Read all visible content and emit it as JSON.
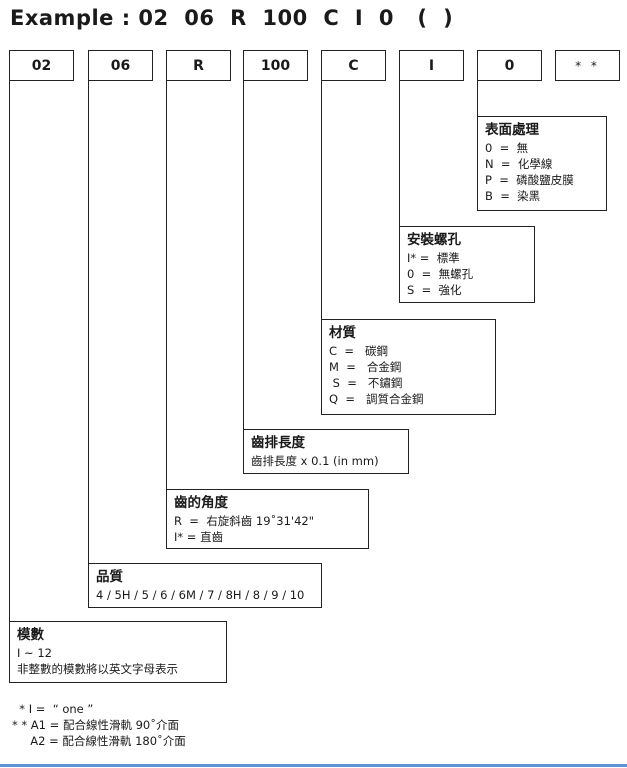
{
  "title": "Example : 02  06  R  100  C  I  0   (  )",
  "codes": [
    "02",
    "06",
    "R",
    "100",
    "C",
    "I",
    "0",
    "* *"
  ],
  "blocks": {
    "surface": {
      "heading": "表面處理",
      "rows": [
        "0  =  無",
        "N  =  化學線",
        "P  =  磷酸鹽皮膜",
        "B  =  染黑"
      ]
    },
    "mounting": {
      "heading": "安裝螺孔",
      "rows": [
        "I* =  標準",
        "0  =  無螺孔",
        "S  =  強化"
      ]
    },
    "material": {
      "heading": "材質",
      "rows": [
        "C  =   碳鋼",
        "M  =   合金鋼",
        " S  =   不鏽鋼",
        "Q  =   調質合金鋼"
      ]
    },
    "length": {
      "heading": "齒排長度",
      "rows": [
        "齒排長度 x 0.1 (in mm)"
      ]
    },
    "angle": {
      "heading": "齒的角度",
      "rows": [
        "R  =  右旋斜齒 19˚31'42\"",
        "I* = 直齒"
      ]
    },
    "quality": {
      "heading": "品質",
      "rows": [
        "4 / 5H / 5 / 6 / 6M / 7 / 8H / 8 / 9 / 10"
      ]
    },
    "module": {
      "heading": "模數",
      "rows": [
        "I ~ 12",
        "非整數的模數將以英文字母表示"
      ]
    }
  },
  "notes": [
    "  * I =  “ one ”",
    "* * A1 = 配合線性滑軌 90˚介面",
    "     A2 = 配合線性滑軌 180˚介面"
  ]
}
